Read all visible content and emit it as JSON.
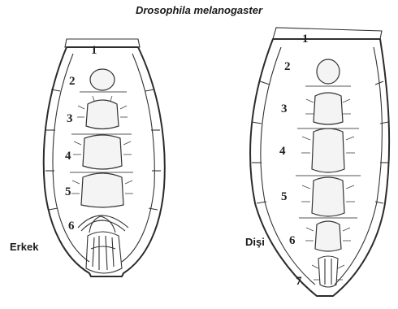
{
  "title": "Drosophila melanogaster",
  "male": {
    "label": "Erkek",
    "segments": [
      "1",
      "2",
      "3",
      "4",
      "5",
      "6"
    ]
  },
  "female": {
    "label": "Dişi",
    "segments": [
      "1",
      "2",
      "3",
      "4",
      "5",
      "6",
      "7"
    ]
  },
  "colors": {
    "ink": "#2b2b2b",
    "background": "#ffffff"
  }
}
